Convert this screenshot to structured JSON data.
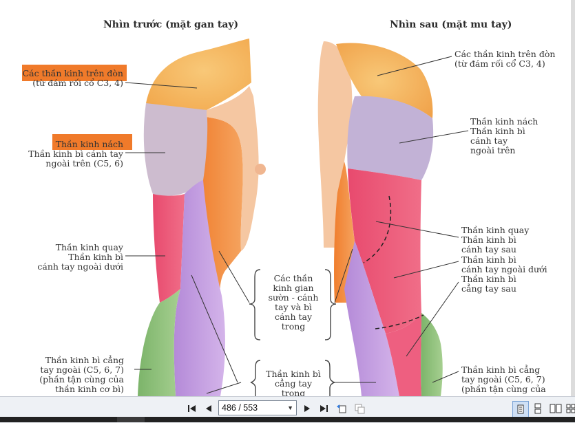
{
  "figure": {
    "title_front": "Nhìn trước (mặt gan tay)",
    "title_back": "Nhìn sau (mặt mu tay)",
    "left_labels": {
      "supraclav": [
        "Các thần kinh trên đòn",
        "(từ đám rối cổ C3, 4)"
      ],
      "axillary": [
        "Thần kinh nách",
        "Thần kinh bì cánh tay",
        "ngoài trên (C5, 6)"
      ],
      "radial": [
        "Thần kinh quay",
        "Thần kinh bì",
        "cánh tay ngoài dưới"
      ],
      "lateral_forearm": [
        "Thần kinh bì cẳng",
        "tay ngoài (C5, 6, 7)",
        "(phần tận cùng của",
        "thần kinh cơ bì)"
      ]
    },
    "center_labels": {
      "intercosto": [
        "Các thần",
        "kinh gian",
        "sườn - cánh",
        "tay và bì",
        "cánh tay",
        "trong"
      ],
      "medial_forearm": [
        "Thần kinh bì",
        "cẳng tay",
        "trong"
      ]
    },
    "right_labels": {
      "supraclav": [
        "Các thần kinh trên đòn",
        "(từ đám rối cổ C3, 4)"
      ],
      "axillary": [
        "Thần kinh nách",
        "Thần kinh bì",
        "cánh tay",
        "ngoài trên"
      ],
      "radial_post": [
        "Thần kinh quay",
        "Thần kinh bì",
        "cánh tay sau"
      ],
      "inferior_lateral": [
        "Thần kinh bì",
        "cánh tay ngoài dưới"
      ],
      "posterior_forearm": [
        "Thần kinh bì",
        "cẳng tay sau"
      ],
      "lateral_forearm": [
        "Thần kinh bì cẳng",
        "tay ngoài (C5, 6, 7)",
        "(phần tận cùng của"
      ]
    },
    "colors": {
      "shoulder": "#f6b65c",
      "axillary": "#c9b7cf",
      "radial": "#e8506f",
      "medial": "#c39be0",
      "orange": "#f08a3a",
      "green": "#8fc07a",
      "highlight": "#f07a2a"
    }
  },
  "toolbar": {
    "page_display": "486 / 553",
    "first_icon": "first-page-icon",
    "prev_icon": "prev-page-icon",
    "next_icon": "next-page-icon",
    "last_icon": "last-page-icon"
  }
}
